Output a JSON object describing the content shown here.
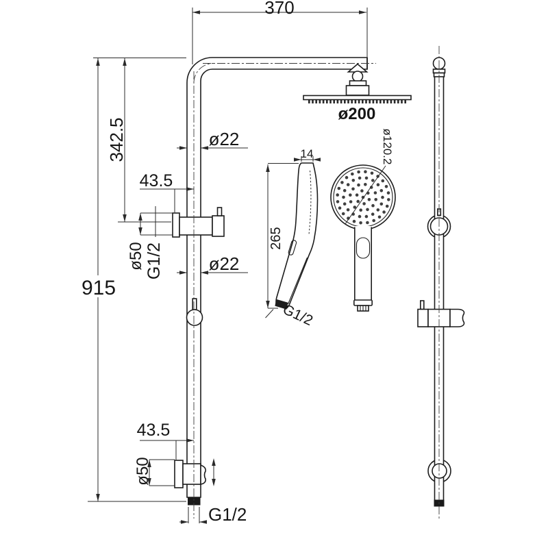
{
  "drawing": {
    "type": "technical-dimension-drawing",
    "subject": "shower column with overhead shower, hand shower and slide rail",
    "front_view": {
      "dim_arm_length": "370",
      "dim_head_drop": "342.5",
      "dim_total_height": "915",
      "dim_top_bracket_offset": "43.5",
      "dim_top_pipe_dia": "ø22",
      "dim_mid_pipe_dia": "ø22",
      "dim_top_flange_dia": "ø50",
      "dim_top_thread": "G1/2",
      "dim_bottom_bracket_offset": "43.5",
      "dim_bottom_flange_dia": "ø50",
      "dim_bottom_thread": "G1/2",
      "dim_head_dia": "ø200"
    },
    "handset_side_view": {
      "dim_head_thickness": "14",
      "dim_length": "265",
      "dim_thread": "G1/2"
    },
    "handset_front_view": {
      "dim_face_dia": "ø120.2"
    },
    "colors": {
      "line": "#1c1c1c",
      "dimension": "#2a2a2a",
      "background": "#ffffff",
      "dark_fill": "#1a1a1a"
    }
  }
}
